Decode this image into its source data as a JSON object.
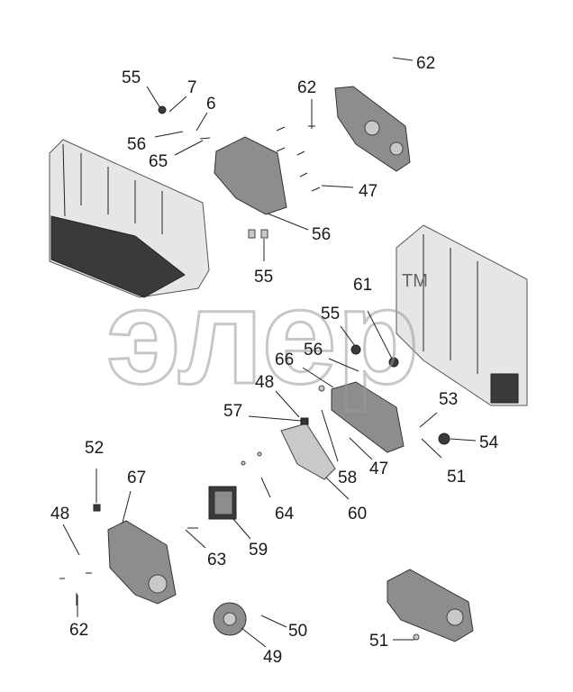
{
  "watermark": {
    "text": "элер",
    "mark": "TM"
  },
  "callouts": [
    {
      "id": "c62a",
      "label": "62"
    },
    {
      "id": "c62b",
      "label": "62"
    },
    {
      "id": "c55a",
      "label": "55"
    },
    {
      "id": "c7",
      "label": "7"
    },
    {
      "id": "c6",
      "label": "6"
    },
    {
      "id": "c56a",
      "label": "56"
    },
    {
      "id": "c65",
      "label": "65"
    },
    {
      "id": "c47a",
      "label": "47"
    },
    {
      "id": "c56b",
      "label": "56"
    },
    {
      "id": "c55b",
      "label": "55"
    },
    {
      "id": "c61",
      "label": "61"
    },
    {
      "id": "c55c",
      "label": "55"
    },
    {
      "id": "c56c",
      "label": "56"
    },
    {
      "id": "c66",
      "label": "66"
    },
    {
      "id": "c48a",
      "label": "48"
    },
    {
      "id": "c57",
      "label": "57"
    },
    {
      "id": "c53",
      "label": "53"
    },
    {
      "id": "c54",
      "label": "54"
    },
    {
      "id": "c47b",
      "label": "47"
    },
    {
      "id": "c51a",
      "label": "51"
    },
    {
      "id": "c58",
      "label": "58"
    },
    {
      "id": "c60",
      "label": "60"
    },
    {
      "id": "c52",
      "label": "52"
    },
    {
      "id": "c67",
      "label": "67"
    },
    {
      "id": "c48b",
      "label": "48"
    },
    {
      "id": "c64",
      "label": "64"
    },
    {
      "id": "c63",
      "label": "63"
    },
    {
      "id": "c59",
      "label": "59"
    },
    {
      "id": "c62c",
      "label": "62"
    },
    {
      "id": "c50",
      "label": "50"
    },
    {
      "id": "c49",
      "label": "49"
    },
    {
      "id": "c51b",
      "label": "51"
    }
  ]
}
